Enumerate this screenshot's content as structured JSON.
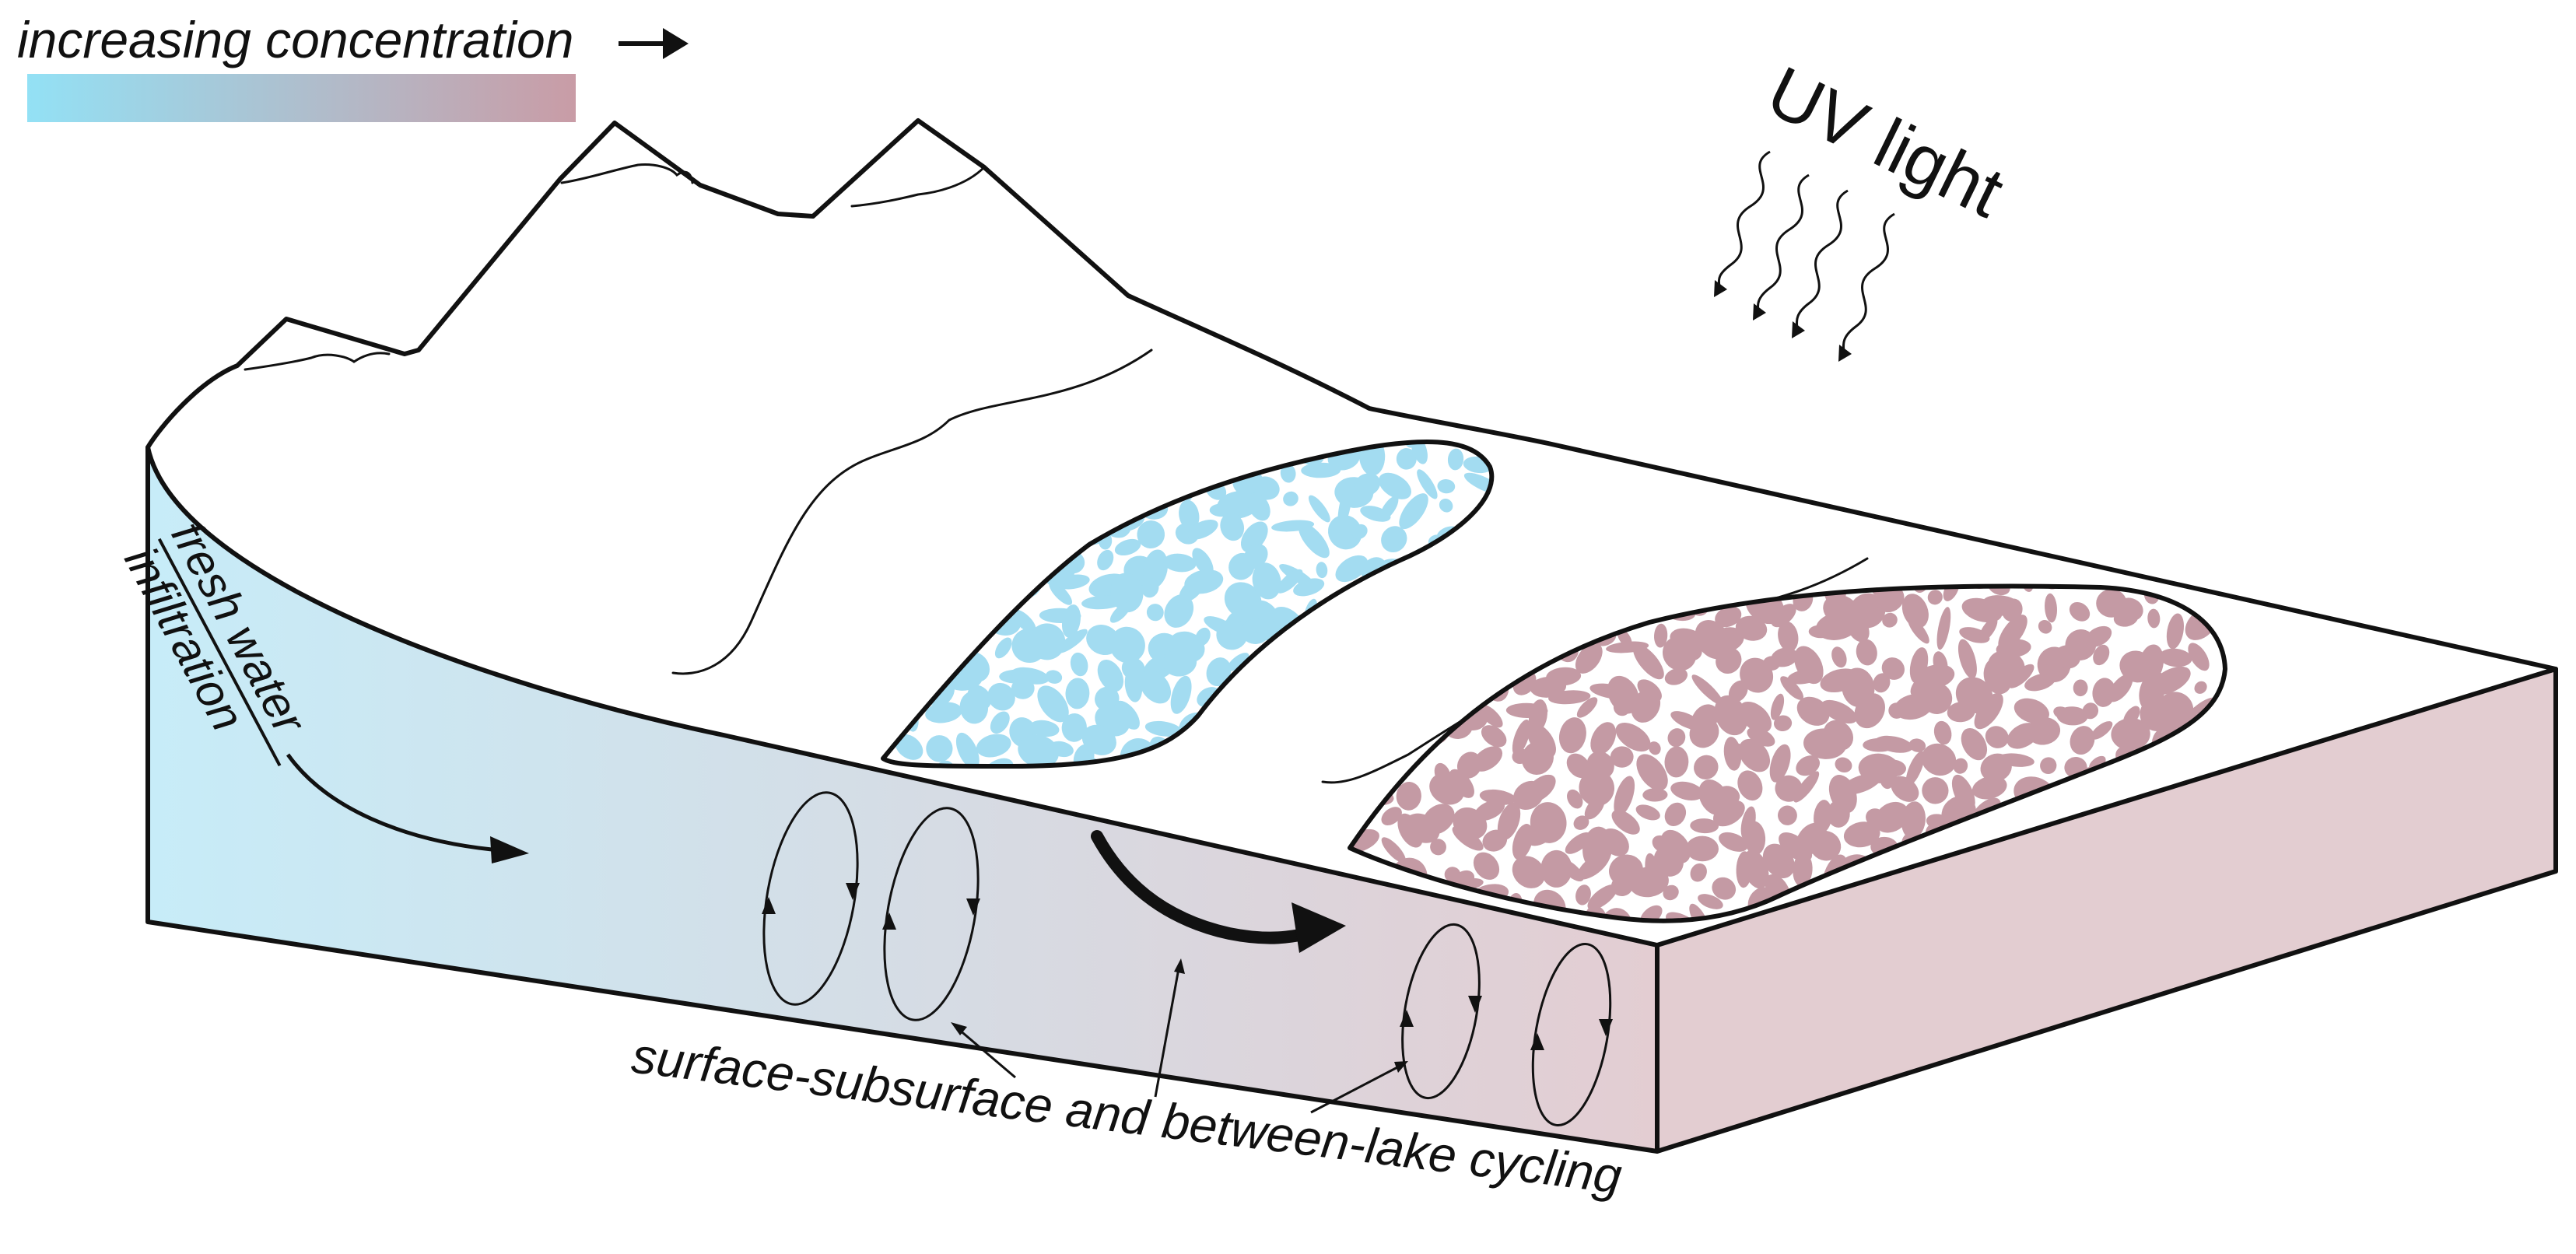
{
  "legend": {
    "label": "increasing concentration",
    "gradient_start_color": "#93e1f5",
    "gradient_end_color": "#c99ca6"
  },
  "uv": {
    "label": "UV light"
  },
  "infiltration": {
    "line1": "fresh water",
    "line2": "infiltration"
  },
  "cycling": {
    "label": "surface-subsurface and between-lake cycling"
  },
  "lakes": {
    "fresh_lake_color": "#a3dcf1",
    "saline_lake_color": "#c49aa4"
  },
  "block": {
    "front_start_color": "#c7ecf8",
    "front_end_color": "#e3cdd2",
    "side_color": "#e3cdd1"
  }
}
